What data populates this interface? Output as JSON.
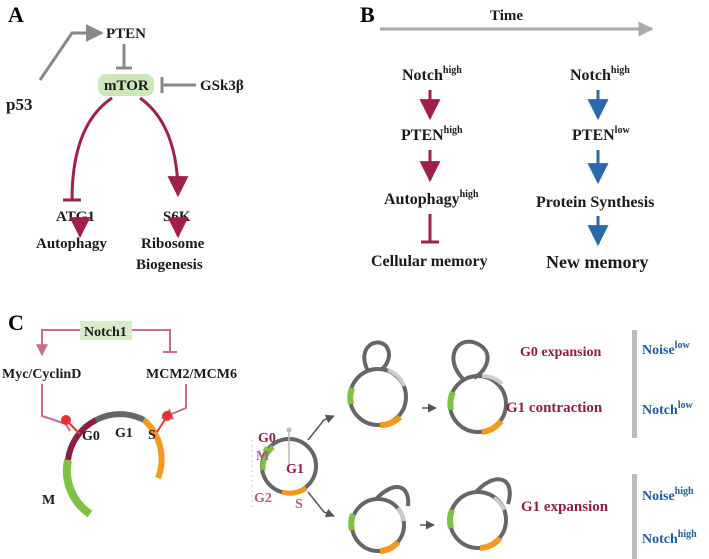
{
  "panels": {
    "a": "A",
    "b": "B",
    "c": "C"
  },
  "panel_a": {
    "pten": "PTEN",
    "p53": "p53",
    "mtor": "mTOR",
    "gsk3b": "GSk3β",
    "atg1": "ATG1",
    "autophagy": "Autophagy",
    "s6k": "S6K",
    "ribosome": "Ribosome",
    "biogenesis": "Biogenesis"
  },
  "panel_b": {
    "time": "Time",
    "left": {
      "notch": "Notch",
      "notch_sup": "high",
      "pten": "PTEN",
      "pten_sup": "high",
      "autophagy": "Autophagy",
      "autophagy_sup": "high",
      "outcome": "Cellular memory"
    },
    "right": {
      "notch": "Notch",
      "notch_sup": "high",
      "pten": "PTEN",
      "pten_sup": "low",
      "protein": "Protein Synthesis",
      "outcome": "New memory"
    }
  },
  "panel_c": {
    "notch1": "Notch1",
    "myc": "Myc/CyclinD",
    "mcm": "MCM2/MCM6",
    "phases": {
      "g0": "G0",
      "g1": "G1",
      "s": "S",
      "m": "M",
      "g2": "G2"
    },
    "g0_expansion": "G0 expansion",
    "g1_contraction": "G1 contraction",
    "g1_expansion": "G1 expansion",
    "noise_low": "Noise",
    "noise_low_sup": "low",
    "notch_low": "Notch",
    "notch_low_sup": "low",
    "noise_high": "Noise",
    "noise_high_sup": "high",
    "notch_high": "Notch",
    "notch_high_sup": "high"
  },
  "colors": {
    "maroon": "#a0204a",
    "blue": "#2a6aaa",
    "pink": "#c56e94",
    "green": "#7dc242",
    "orange": "#f39a1e",
    "mtor_bg": "#cce6b8",
    "notch_bg": "#d8ecc8",
    "gray": "#777777"
  }
}
